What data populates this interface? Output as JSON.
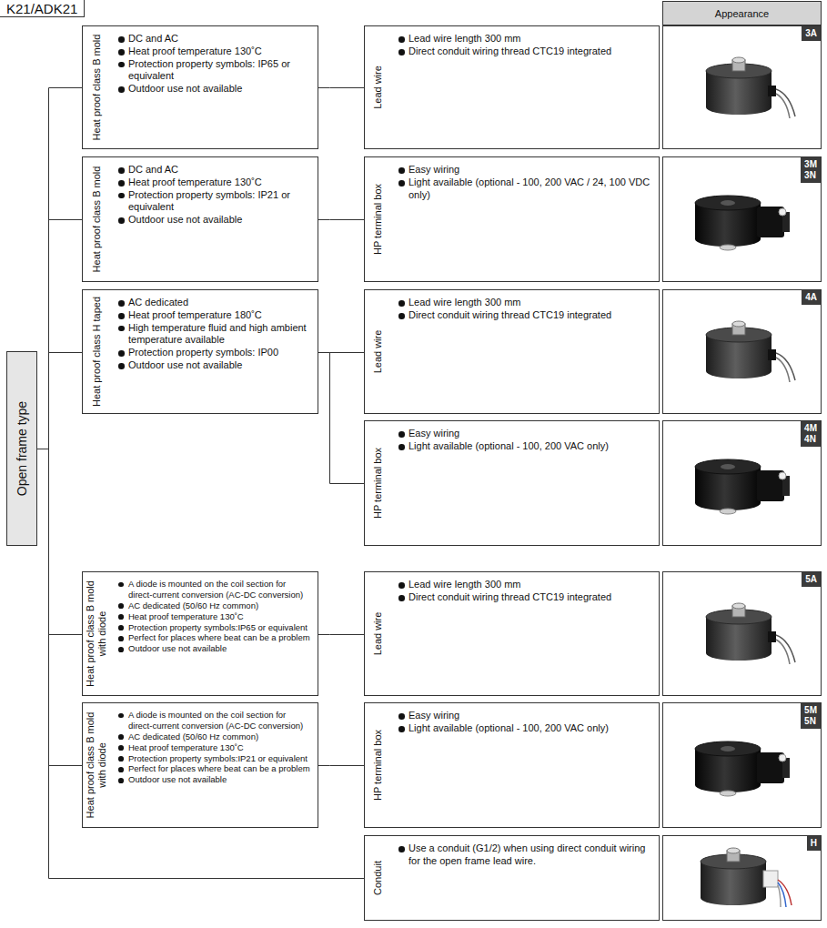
{
  "diagram": {
    "nodes": [
      {
        "text": [
          "K21/ADK21"
        ]
      },
      {
        "text": [
          "Appearance"
        ]
      },
      {
        "text": [
          "Open frame type"
        ]
      },
      {
        "text": [
          "Heat proof class B mold",
          "DC and AC",
          "Heat proof temperature 130˚C",
          "Protection property symbols: IP65 or equivalent",
          "Outdoor use not available"
        ]
      },
      {
        "text": [
          "Lead wire",
          "Lead wire length 300 mm",
          "Direct conduit wiring thread CTC19 integrated"
        ]
      },
      {
        "text": [
          "3A"
        ]
      },
      {
        "text": [
          "Heat proof class B mold",
          "DC and AC",
          "Heat proof temperature 130˚C",
          "Protection property symbols: IP21 or equivalent",
          "Outdoor use not available"
        ]
      },
      {
        "text": [
          "HP terminal box",
          "Easy wiring",
          "Light available (optional - 100, 200 VAC / 24, 100 VDC only)"
        ]
      },
      {
        "text": [
          "3M 3N"
        ]
      },
      {
        "text": [
          "Heat proof class H taped",
          "AC dedicated",
          "Heat proof temperature 180˚C",
          "High temperature fluid and high ambient temperature available",
          "Protection property symbols: IP00",
          "Outdoor use not available"
        ]
      },
      {
        "text": [
          "Lead wire",
          "Lead wire length 300 mm",
          "Direct conduit wiring thread CTC19 integrated"
        ]
      },
      {
        "text": [
          "4A"
        ]
      },
      {
        "text": [
          "HP terminal box",
          "Easy wiring",
          "Light available (optional - 100, 200 VAC only)"
        ]
      },
      {
        "text": [
          "4M 4N"
        ]
      },
      {
        "text": [
          "Heat proof class B mold with diode",
          "A diode is mounted on the coil section for direct-current conversion (AC-DC conversion)",
          "AC dedicated (50/60 Hz common)",
          "Heat proof temperature 130˚C",
          "Protection property symbols:IP65 or equivalent",
          "Perfect for places where beat can be a problem",
          "Outdoor use not available"
        ]
      },
      {
        "text": [
          "Lead wire",
          "Lead wire length 300 mm",
          "Direct conduit wiring thread CTC19 integrated"
        ]
      },
      {
        "text": [
          "5A"
        ]
      },
      {
        "text": [
          "Heat proof class B mold with diode",
          "A diode is mounted on the coil section for direct-current conversion (AC-DC conversion)",
          "AC dedicated (50/60 Hz common)",
          "Heat proof temperature 130˚C",
          "Protection property symbols:IP21 or equivalent",
          "Perfect for places where beat can be a problem",
          "Outdoor use not available"
        ]
      },
      {
        "text": [
          "HP terminal box",
          "Easy wiring",
          "Light available (optional - 100, 200 VAC only)"
        ]
      },
      {
        "text": [
          "5M 5N"
        ]
      },
      {
        "text": [
          "Conduit",
          "Use a conduit (G1/2) when using direct conduit wiring for the open frame lead wire."
        ]
      },
      {
        "text": [
          "H"
        ]
      }
    ],
    "edges": [
      {
        "from": 2,
        "to": 3,
        "arrow": "none"
      },
      {
        "from": 2,
        "to": 6,
        "arrow": "none"
      },
      {
        "from": 2,
        "to": 9,
        "arrow": "none"
      },
      {
        "from": 2,
        "to": 14,
        "arrow": "none"
      },
      {
        "from": 2,
        "to": 17,
        "arrow": "none"
      },
      {
        "from": 2,
        "to": 20,
        "arrow": "none"
      },
      {
        "from": 3,
        "to": 4,
        "arrow": "none"
      },
      {
        "from": 6,
        "to": 7,
        "arrow": "none"
      },
      {
        "from": 9,
        "to": 10,
        "arrow": "none"
      },
      {
        "from": 9,
        "to": 12,
        "arrow": "none"
      },
      {
        "from": 14,
        "to": 15,
        "arrow": "none"
      },
      {
        "from": 17,
        "to": 18,
        "arrow": "none"
      }
    ]
  }
}
